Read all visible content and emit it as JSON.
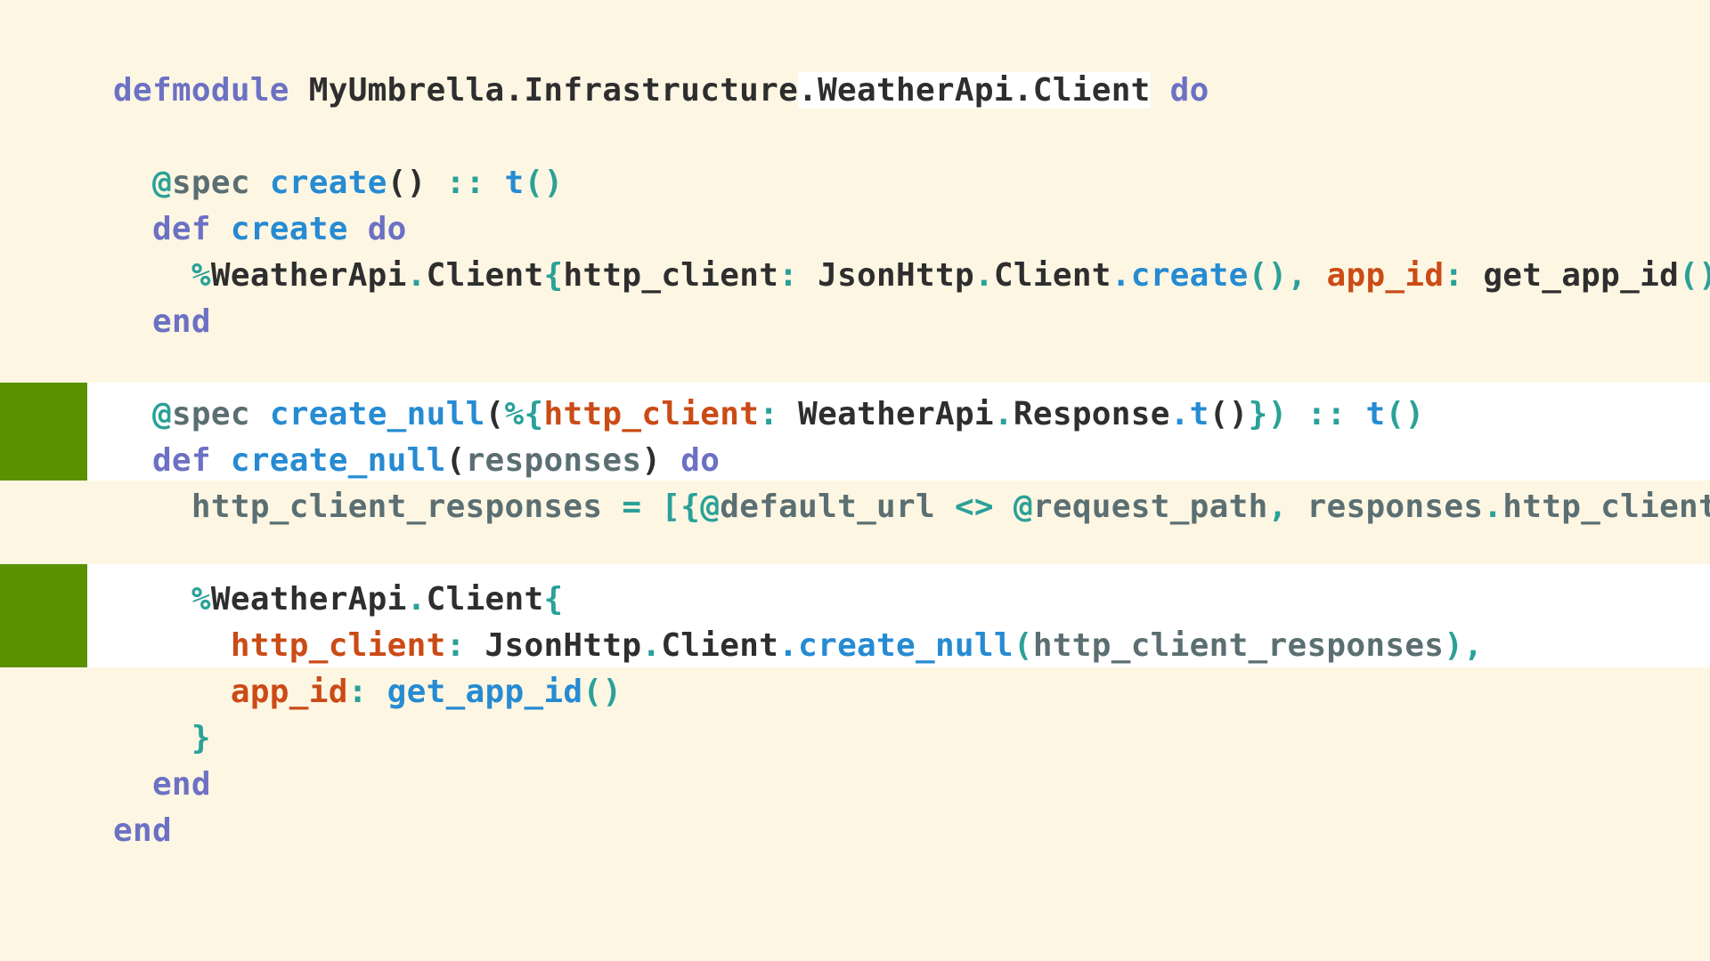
{
  "editor": {
    "language": "elixir",
    "theme_colors": {
      "background": "#fdf6e3",
      "highlight_band": "#ffffff",
      "gutter_marker": "#5a9100",
      "keyword": "#6c71c4",
      "function": "#268bd2",
      "punctuation": "#2aa198",
      "key": "#cb4b16",
      "module": "#2e2e2e",
      "variable": "#5b6f72"
    },
    "lines": [
      {
        "tokens": [
          {
            "t": "defmodule",
            "c": "kw"
          },
          {
            "t": " ",
            "c": "pd"
          },
          {
            "t": "MyUmbrella.Infrastructure",
            "c": "mod"
          },
          {
            "t": ".WeatherApi.Client",
            "c": "mod",
            "sel": true
          },
          {
            "t": " ",
            "c": "pd"
          },
          {
            "t": "do",
            "c": "kw"
          }
        ]
      },
      {
        "tokens": []
      },
      {
        "tokens": [
          {
            "t": "  ",
            "c": "pd"
          },
          {
            "t": "@",
            "c": "at"
          },
          {
            "t": "spec",
            "c": "attr"
          },
          {
            "t": " ",
            "c": "pd"
          },
          {
            "t": "create",
            "c": "fn"
          },
          {
            "t": "()",
            "c": "pd"
          },
          {
            "t": " ",
            "c": "pd"
          },
          {
            "t": "::",
            "c": "op"
          },
          {
            "t": " ",
            "c": "pd"
          },
          {
            "t": "t",
            "c": "fn"
          },
          {
            "t": "()",
            "c": "p"
          }
        ]
      },
      {
        "tokens": [
          {
            "t": "  ",
            "c": "pd"
          },
          {
            "t": "def",
            "c": "kw"
          },
          {
            "t": " ",
            "c": "pd"
          },
          {
            "t": "create",
            "c": "fn"
          },
          {
            "t": " ",
            "c": "pd"
          },
          {
            "t": "do",
            "c": "kw"
          }
        ]
      },
      {
        "tokens": [
          {
            "t": "    ",
            "c": "pd"
          },
          {
            "t": "%",
            "c": "p"
          },
          {
            "t": "WeatherApi",
            "c": "mod"
          },
          {
            "t": ".",
            "c": "p"
          },
          {
            "t": "Client",
            "c": "mod"
          },
          {
            "t": "{",
            "c": "p"
          },
          {
            "t": "http_client",
            "c": "mod"
          },
          {
            "t": ":",
            "c": "p"
          },
          {
            "t": " ",
            "c": "pd"
          },
          {
            "t": "JsonHttp",
            "c": "mod"
          },
          {
            "t": ".",
            "c": "p"
          },
          {
            "t": "Client",
            "c": "mod"
          },
          {
            "t": ".create",
            "c": "fn"
          },
          {
            "t": "(),",
            "c": "p"
          },
          {
            "t": " ",
            "c": "pd"
          },
          {
            "t": "app_id",
            "c": "key"
          },
          {
            "t": ":",
            "c": "p"
          },
          {
            "t": " ",
            "c": "pd"
          },
          {
            "t": "get_app_id",
            "c": "mod"
          },
          {
            "t": "()}",
            "c": "p"
          }
        ]
      },
      {
        "tokens": [
          {
            "t": "  ",
            "c": "pd"
          },
          {
            "t": "end",
            "c": "kw"
          }
        ]
      },
      {
        "tokens": []
      },
      {
        "tokens": [
          {
            "t": "  ",
            "c": "pd"
          },
          {
            "t": "@",
            "c": "at"
          },
          {
            "t": "spec",
            "c": "attr"
          },
          {
            "t": " ",
            "c": "pd"
          },
          {
            "t": "create_null",
            "c": "fn"
          },
          {
            "t": "(",
            "c": "pd"
          },
          {
            "t": "%{",
            "c": "p"
          },
          {
            "t": "http_client",
            "c": "key"
          },
          {
            "t": ":",
            "c": "p"
          },
          {
            "t": " ",
            "c": "pd"
          },
          {
            "t": "WeatherApi",
            "c": "mod"
          },
          {
            "t": ".",
            "c": "p"
          },
          {
            "t": "Response",
            "c": "mod"
          },
          {
            "t": ".t",
            "c": "fn"
          },
          {
            "t": "()",
            "c": "pd"
          },
          {
            "t": "})",
            "c": "p"
          },
          {
            "t": " ",
            "c": "pd"
          },
          {
            "t": "::",
            "c": "op"
          },
          {
            "t": " ",
            "c": "pd"
          },
          {
            "t": "t",
            "c": "fn"
          },
          {
            "t": "()",
            "c": "p"
          }
        ]
      },
      {
        "tokens": [
          {
            "t": "  ",
            "c": "pd"
          },
          {
            "t": "def",
            "c": "kw"
          },
          {
            "t": " ",
            "c": "pd"
          },
          {
            "t": "create_null",
            "c": "fn"
          },
          {
            "t": "(",
            "c": "pd"
          },
          {
            "t": "responses",
            "c": "var"
          },
          {
            "t": ")",
            "c": "pd"
          },
          {
            "t": " ",
            "c": "pd"
          },
          {
            "t": "do",
            "c": "kw"
          }
        ]
      },
      {
        "tokens": [
          {
            "t": "    ",
            "c": "pd"
          },
          {
            "t": "http_client_responses",
            "c": "var"
          },
          {
            "t": " ",
            "c": "pd"
          },
          {
            "t": "=",
            "c": "op"
          },
          {
            "t": " ",
            "c": "pd"
          },
          {
            "t": "[{",
            "c": "p"
          },
          {
            "t": "@",
            "c": "at"
          },
          {
            "t": "default_url",
            "c": "attr"
          },
          {
            "t": " ",
            "c": "pd"
          },
          {
            "t": "<>",
            "c": "op"
          },
          {
            "t": " ",
            "c": "pd"
          },
          {
            "t": "@",
            "c": "at"
          },
          {
            "t": "request_path",
            "c": "attr"
          },
          {
            "t": ",",
            "c": "p"
          },
          {
            "t": " ",
            "c": "pd"
          },
          {
            "t": "responses",
            "c": "var"
          },
          {
            "t": ".",
            "c": "p"
          },
          {
            "t": "http_client",
            "c": "var"
          },
          {
            "t": "}]",
            "c": "p"
          }
        ]
      },
      {
        "tokens": []
      },
      {
        "tokens": [
          {
            "t": "    ",
            "c": "pd"
          },
          {
            "t": "%",
            "c": "p"
          },
          {
            "t": "WeatherApi",
            "c": "mod"
          },
          {
            "t": ".",
            "c": "p"
          },
          {
            "t": "Client",
            "c": "mod"
          },
          {
            "t": "{",
            "c": "p"
          }
        ]
      },
      {
        "tokens": [
          {
            "t": "      ",
            "c": "pd"
          },
          {
            "t": "http_client",
            "c": "key"
          },
          {
            "t": ":",
            "c": "p"
          },
          {
            "t": " ",
            "c": "pd"
          },
          {
            "t": "JsonHttp",
            "c": "mod"
          },
          {
            "t": ".",
            "c": "p"
          },
          {
            "t": "Client",
            "c": "mod"
          },
          {
            "t": ".create_null",
            "c": "fn"
          },
          {
            "t": "(",
            "c": "p"
          },
          {
            "t": "http_client_responses",
            "c": "var"
          },
          {
            "t": "),",
            "c": "p"
          }
        ]
      },
      {
        "tokens": [
          {
            "t": "      ",
            "c": "pd"
          },
          {
            "t": "app_id",
            "c": "key"
          },
          {
            "t": ":",
            "c": "p"
          },
          {
            "t": " ",
            "c": "pd"
          },
          {
            "t": "get_app_id",
            "c": "fn"
          },
          {
            "t": "()",
            "c": "p"
          }
        ]
      },
      {
        "tokens": [
          {
            "t": "    ",
            "c": "pd"
          },
          {
            "t": "}",
            "c": "p"
          }
        ]
      },
      {
        "tokens": [
          {
            "t": "  ",
            "c": "pd"
          },
          {
            "t": "end",
            "c": "kw"
          }
        ]
      },
      {
        "tokens": [
          {
            "t": "end",
            "c": "kw"
          }
        ]
      }
    ]
  }
}
